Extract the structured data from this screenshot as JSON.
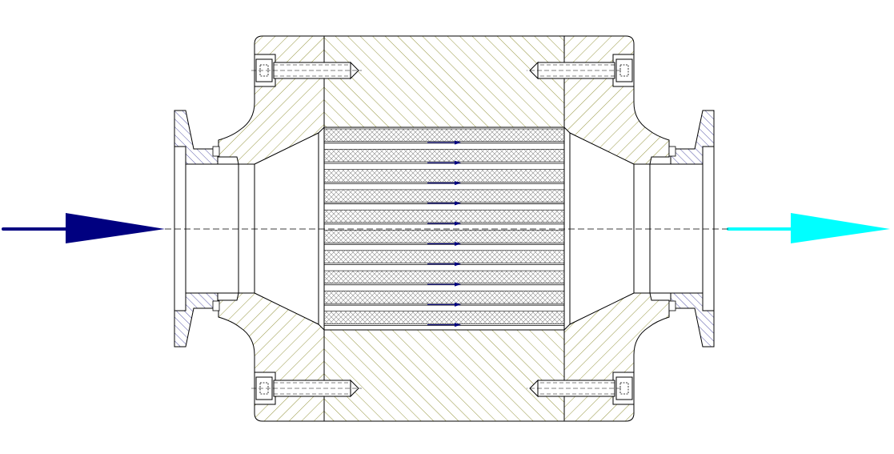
{
  "diagram": {
    "type": "mechanical-cross-section",
    "components": [
      "inlet-clamp-ferrule",
      "inlet-cone-housing",
      "central-housing-block",
      "honeycomb-filter-core",
      "outlet-cone-housing",
      "outlet-clamp-ferrule",
      "socket-head-bolt"
    ],
    "bolt_count": 4,
    "channel_count": 10,
    "flow_arrow_count": 10
  },
  "colors": {
    "line": "#000000",
    "hatch_housing": "#8a8a2a",
    "hatch_ferrule": "#2a2a90",
    "mesh": "#7a7a7a",
    "inlet_arrow": "#000080",
    "outlet_arrow": "#00ffff",
    "flow_arrow": "#000080",
    "background": "#ffffff"
  },
  "flow": {
    "inlet_arrow_icon": "arrow-right-icon",
    "outlet_arrow_icon": "arrow-right-icon",
    "direction": "left-to-right"
  }
}
